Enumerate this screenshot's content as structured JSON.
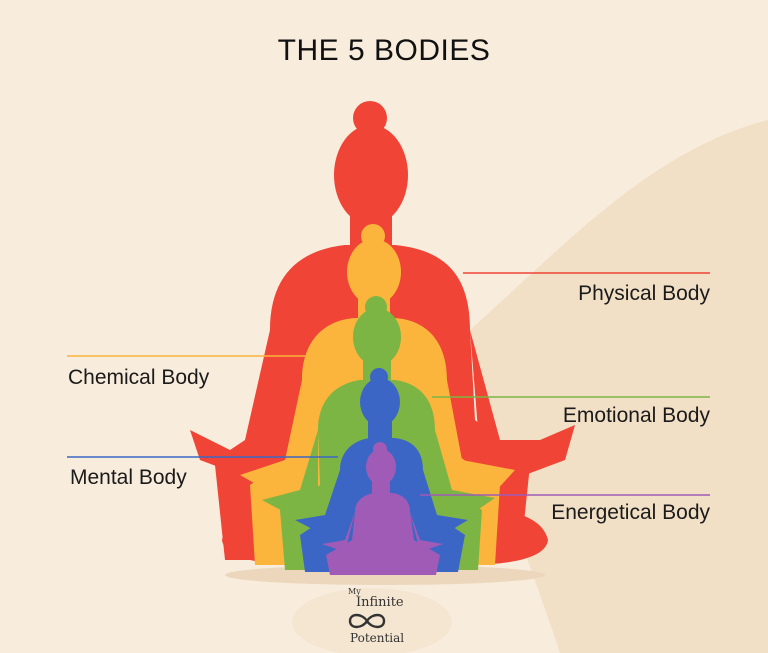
{
  "title": "THE 5 BODIES",
  "labels": {
    "physical": "Physical Body",
    "chemical": "Chemical Body",
    "emotional": "Emotional Body",
    "mental": "Mental Body",
    "energetical": "Energetical Body"
  },
  "logo": {
    "line1": "My",
    "line2": "Infinite",
    "line3": "Potential"
  },
  "colors": {
    "background": "#f8ecdc",
    "physical": "#ef4436",
    "chemical": "#fbb43c",
    "emotional": "#7db544",
    "mental": "#3c66c5",
    "energetical": "#9f5bb5"
  }
}
